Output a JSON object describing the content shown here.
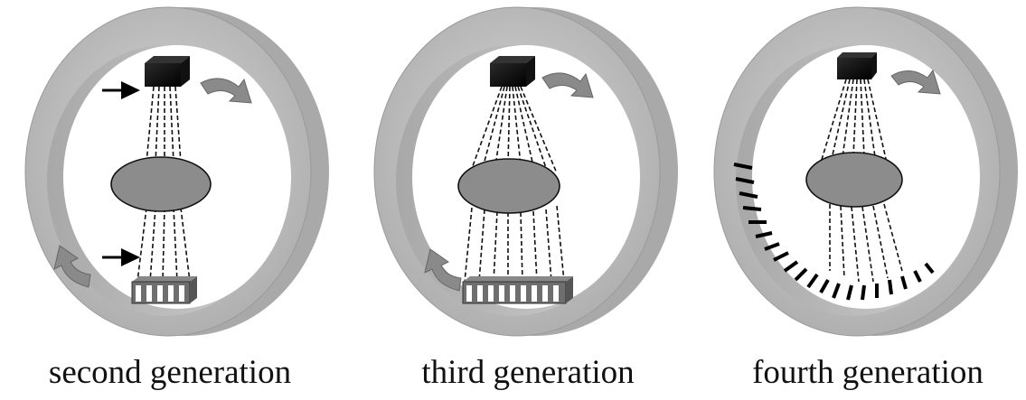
{
  "panels": [
    {
      "caption": "second generation",
      "source_width": "narrow",
      "detector": "linear array",
      "arrows": true
    },
    {
      "caption": "third generation",
      "source_width": "wide fan",
      "detector": "wide array",
      "arrows": false
    },
    {
      "caption": "fourth generation",
      "source_width": "wide fan",
      "detector": "stationary ring",
      "arrows": false
    }
  ],
  "colors": {
    "ring_outer": "#c4c4c4",
    "ring_inner": "#b5b5b5",
    "ring_edge": "#9a9a9a",
    "bore": "#ffffff",
    "patient": "#8c8c8c",
    "source": "#0a0a0a",
    "rotation_arrow": "#8a8a8a",
    "beam": "#111111"
  }
}
